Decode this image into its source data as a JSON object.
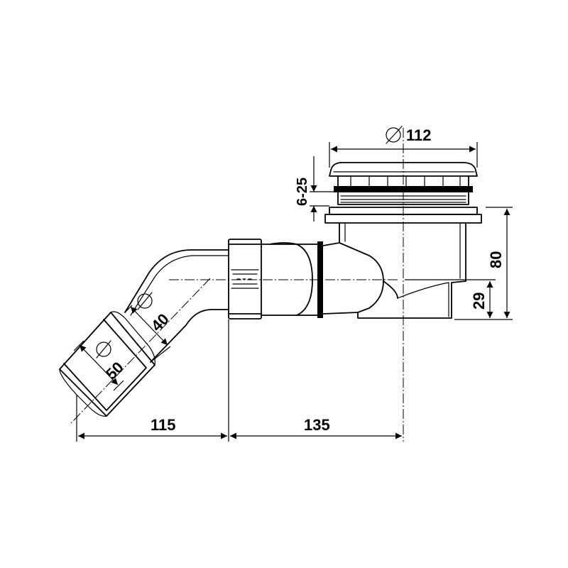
{
  "dimensions": {
    "diameter_112": "112",
    "range_6_25": "6-25",
    "height_80": "80",
    "height_29": "29",
    "diameter_40": "40",
    "diameter_50": "50",
    "length_115": "115",
    "length_135": "135"
  }
}
